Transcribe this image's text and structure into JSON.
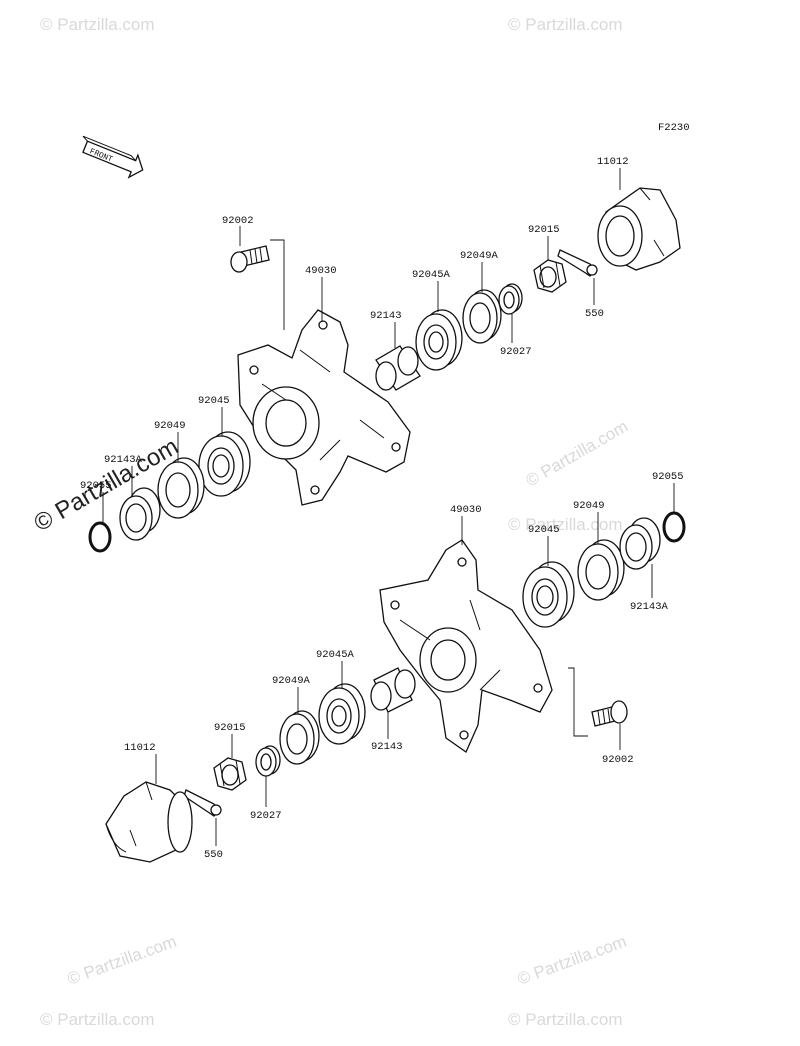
{
  "figure_code": "F2230",
  "front_arrow_label": "FRONT",
  "watermark": {
    "small_text": "© Partzilla.com",
    "big_text": "© Partzilla.com"
  },
  "upper_assembly": {
    "labels": {
      "bolt": "92002",
      "hub": "49030",
      "collar": "92143",
      "bearing_a": "92045A",
      "seal_a": "92049A",
      "nut": "92015",
      "washer": "92027",
      "cotter_pin": "550",
      "cap": "11012",
      "bearing": "92045",
      "seal": "92049",
      "collar_a": "92143A",
      "o_ring": "92055"
    }
  },
  "lower_assembly": {
    "labels": {
      "hub": "49030",
      "bearing": "92045",
      "seal": "92049",
      "o_ring": "92055",
      "collar_a": "92143A",
      "bearing_a": "92045A",
      "seal_a": "92049A",
      "collar": "92143",
      "bolt": "92002",
      "nut": "92015",
      "washer": "92027",
      "cotter_pin": "550",
      "cap": "11012"
    }
  }
}
